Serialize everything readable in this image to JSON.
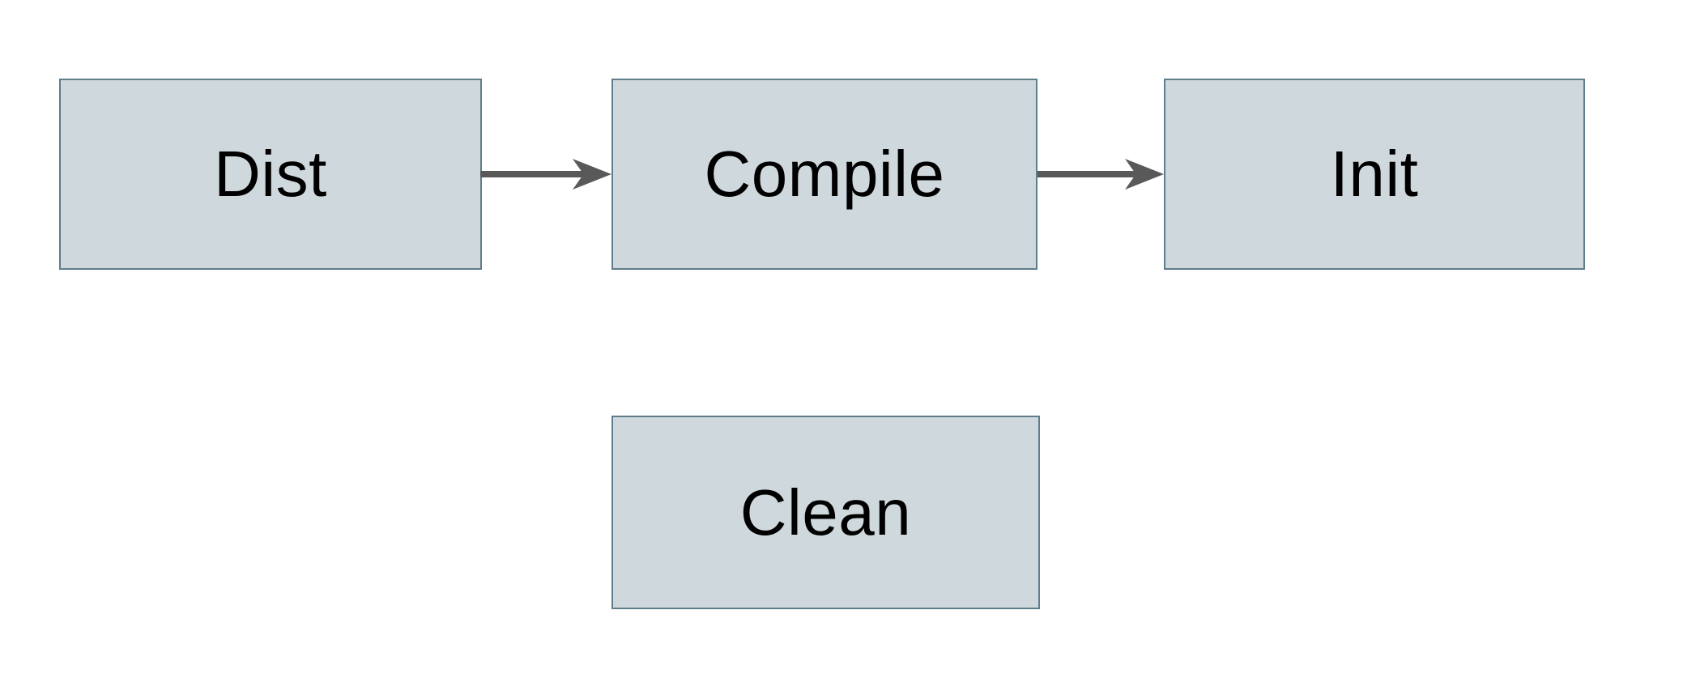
{
  "diagram": {
    "type": "flowchart",
    "colors": {
      "background": "#ffffff",
      "node_fill": "#cfd8dc",
      "node_border": "#607d8b",
      "arrow_color": "#595959",
      "text_color": "#000000"
    },
    "nodes": [
      {
        "id": "dist",
        "label": "Dist"
      },
      {
        "id": "compile",
        "label": "Compile"
      },
      {
        "id": "init",
        "label": "Init"
      },
      {
        "id": "clean",
        "label": "Clean"
      }
    ],
    "edges": [
      {
        "from": "Dist",
        "to": "Compile",
        "style": "arrow-right"
      },
      {
        "from": "Compile",
        "to": "Init",
        "style": "arrow-right"
      }
    ]
  }
}
